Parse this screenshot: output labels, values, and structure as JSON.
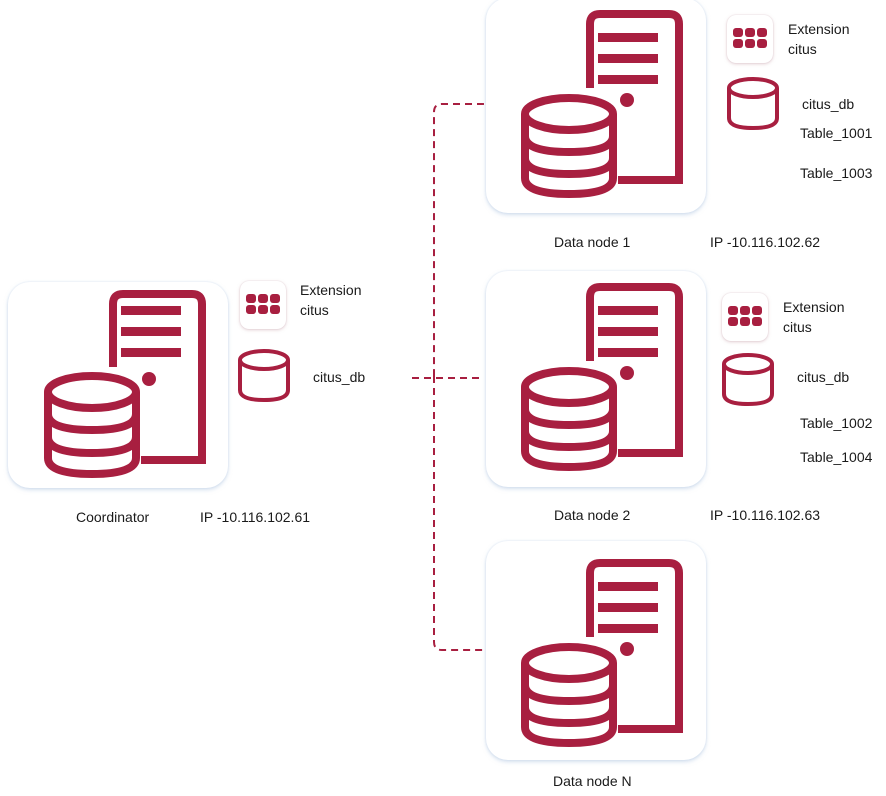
{
  "colors": {
    "accent": "#a81f40",
    "tile_bg": "#ffffff",
    "text": "#1a1a1a"
  },
  "coordinator": {
    "label": "Coordinator",
    "ip": "IP -10.116.102.61",
    "extension_line1": "Extension",
    "extension_line2": "citus",
    "db": "citus_db",
    "icon": "database-server-icon"
  },
  "nodes": [
    {
      "label": "Data node 1",
      "ip": "IP -10.116.102.62",
      "extension_line1": "Extension",
      "extension_line2": "citus",
      "db": "citus_db",
      "tables": [
        "Table_1001",
        "Table_1003"
      ],
      "icon": "database-server-icon"
    },
    {
      "label": "Data node 2",
      "ip": "IP -10.116.102.63",
      "extension_line1": "Extension",
      "extension_line2": "citus",
      "db": "citus_db",
      "tables": [
        "Table_1002",
        "Table_1004"
      ],
      "icon": "database-server-icon"
    },
    {
      "label": "Data node N",
      "icon": "database-server-icon"
    }
  ],
  "connections": {
    "style": "dashed",
    "from": "coordinator",
    "to": [
      "Data node 1",
      "Data node 2",
      "Data node N"
    ]
  }
}
